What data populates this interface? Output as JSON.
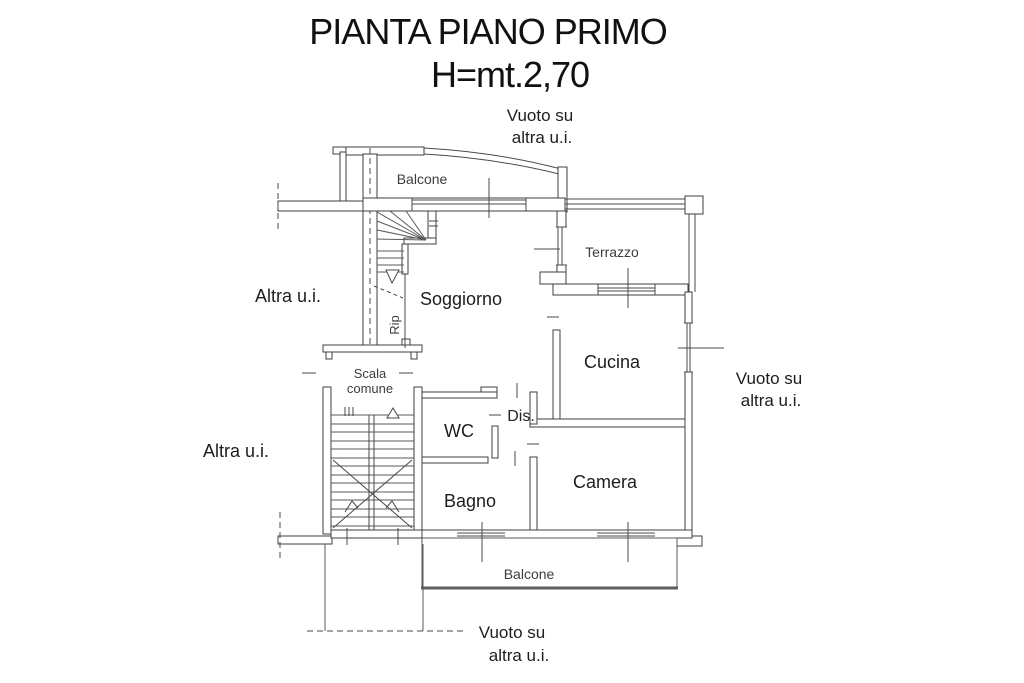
{
  "title": {
    "line1": "PIANTA PIANO PRIMO",
    "line2": "H=mt.2,70"
  },
  "labels": {
    "vuoto_top_line1": "Vuoto su",
    "vuoto_top_line2": "altra u.i.",
    "vuoto_right_line1": "Vuoto su",
    "vuoto_right_line2": "altra u.i.",
    "vuoto_bottom_line1": "Vuoto su",
    "vuoto_bottom_line2": "altra u.i.",
    "altra_ui_upper": "Altra u.i.",
    "altra_ui_lower": "Altra u.i.",
    "balcone_top": "Balcone",
    "balcone_bottom": "Balcone",
    "terrazzo": "Terrazzo",
    "soggiorno": "Soggiorno",
    "cucina": "Cucina",
    "camera": "Camera",
    "bagno": "Bagno",
    "wc": "WC",
    "dis": "Dis.",
    "rip": "Rip",
    "scala_line1": "Scala",
    "scala_line2": "comune"
  },
  "colors": {
    "background": "#ffffff",
    "line": "#3f3f3f",
    "text": "#1c1c1c"
  }
}
